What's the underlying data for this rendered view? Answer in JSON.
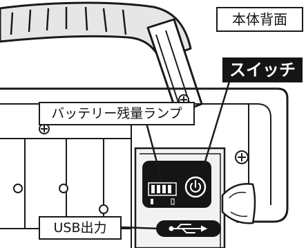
{
  "labels": {
    "view": "本体背面",
    "switch": "スイッチ",
    "battery_lamp": "バッテリー残量ランプ",
    "usb_output": "USB出力"
  },
  "colors": {
    "background": "#ffffff",
    "line": "#1a1a1a",
    "panel_fill": "#f2f2f2",
    "handle_fill": "#e6e6e6",
    "control_panel": "#151515",
    "icon": "#ffffff"
  }
}
